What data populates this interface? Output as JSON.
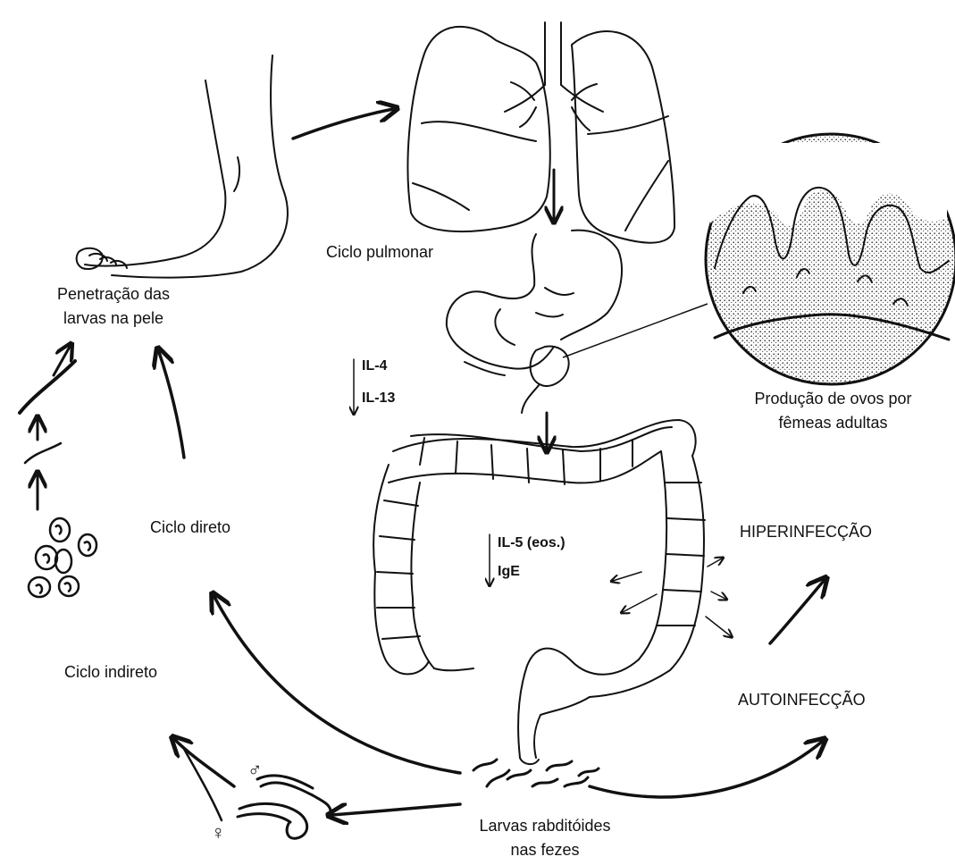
{
  "labels": {
    "penetracao_line1": "Penetração das",
    "penetracao_line2": "larvas na pele",
    "ciclo_pulmonar": "Ciclo pulmonar",
    "ciclo_direto": "Ciclo direto",
    "ciclo_indireto": "Ciclo indireto",
    "producao_line1": "Produção de ovos por",
    "producao_line2": "fêmeas adultas",
    "hiperinfeccao": "HIPERINFECÇÃO",
    "autoinfeccao": "AUTOINFECÇÃO",
    "larvas_line1": "Larvas rabditóides",
    "larvas_line2": "nas fezes",
    "male_symbol": "♂",
    "female_symbol": "♀"
  },
  "immune_markers": {
    "upper": [
      "IL-4",
      "IL-13"
    ],
    "lower": [
      "IL-5 (eos.)",
      "IgE"
    ],
    "direction": "decrease"
  },
  "colors": {
    "ink": "#111111",
    "background": "#ffffff"
  }
}
